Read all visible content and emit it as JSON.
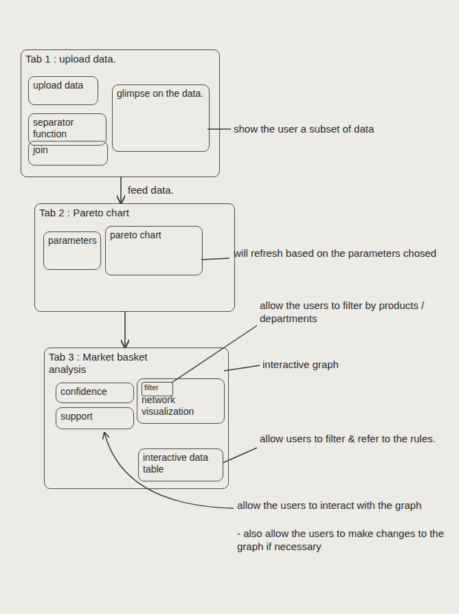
{
  "diagram": {
    "nodes": [
      {
        "text": [
          "Tab 1 : upload data."
        ]
      },
      {
        "text": [
          "upload data"
        ],
        "in": 0
      },
      {
        "text": [
          "separator function"
        ],
        "in": 0
      },
      {
        "text": [
          "join"
        ],
        "in": 0
      },
      {
        "text": [
          "glimpse on the data."
        ],
        "in": 0
      },
      {
        "text": [
          "Tab 2 : Pareto chart"
        ]
      },
      {
        "text": [
          "parameters"
        ],
        "in": 5
      },
      {
        "text": [
          "pareto chart"
        ],
        "in": 5
      },
      {
        "text": [
          "Tab 3 : Market basket analysis"
        ]
      },
      {
        "text": [
          "confidence"
        ],
        "in": 8
      },
      {
        "text": [
          "support"
        ],
        "in": 8
      },
      {
        "text": [
          "network visualization"
        ],
        "in": 8
      },
      {
        "text": [
          "filter"
        ],
        "in": 11
      },
      {
        "text": [
          "interactive data table"
        ],
        "in": 8
      }
    ],
    "edges": [
      {
        "from": 0,
        "to": 5,
        "arrow": "to",
        "label": "feed data."
      },
      {
        "from": 5,
        "to": 8,
        "arrow": "to"
      }
    ],
    "labels": [
      "show the user a subset of data",
      "will refresh based on the parameters chosed",
      "allow the users to filter by products / departments",
      "interactive graph",
      "allow users to filter & refer to the rules.",
      "allow the users to interact with the graph",
      "- also allow the users to make changes to the graph if necessary"
    ]
  }
}
